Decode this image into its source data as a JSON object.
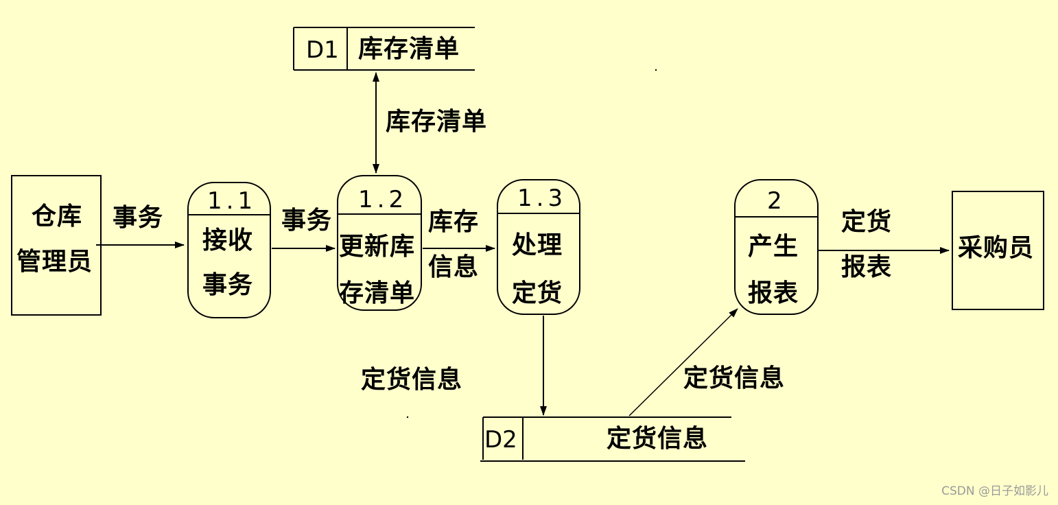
{
  "diagram": {
    "store_d1": {
      "id": "D1",
      "name": "库存清单"
    },
    "store_d2": {
      "id": "D2",
      "name": "定货信息"
    },
    "entity_warehouse": {
      "line1": "仓库",
      "line2": "管理员"
    },
    "entity_purchaser": {
      "name": "采购员"
    },
    "process_1_1": {
      "number": "1.1",
      "line1": "接收",
      "line2": "事务"
    },
    "process_1_2": {
      "number": "1.2",
      "line1": "更新库",
      "line2": "存清单"
    },
    "process_1_3": {
      "number": "1.3",
      "line1": "处理",
      "line2": "定货"
    },
    "process_2": {
      "number": "2",
      "line1": "产生",
      "line2": "报表"
    },
    "flows": {
      "inventory_list": "库存清单",
      "transaction_in": "事务",
      "transaction_mid": "事务",
      "inventory_info_line1": "库存",
      "inventory_info_line2": "信息",
      "order_info_left": "定货信息",
      "order_info_right": "定货信息",
      "order_report_line1": "定货",
      "order_report_line2": "报表"
    }
  },
  "watermark": "CSDN @日子如影儿",
  "colors": {
    "background": "#ffffcc",
    "ink": "#000000",
    "watermark": "#9a9a9a"
  }
}
